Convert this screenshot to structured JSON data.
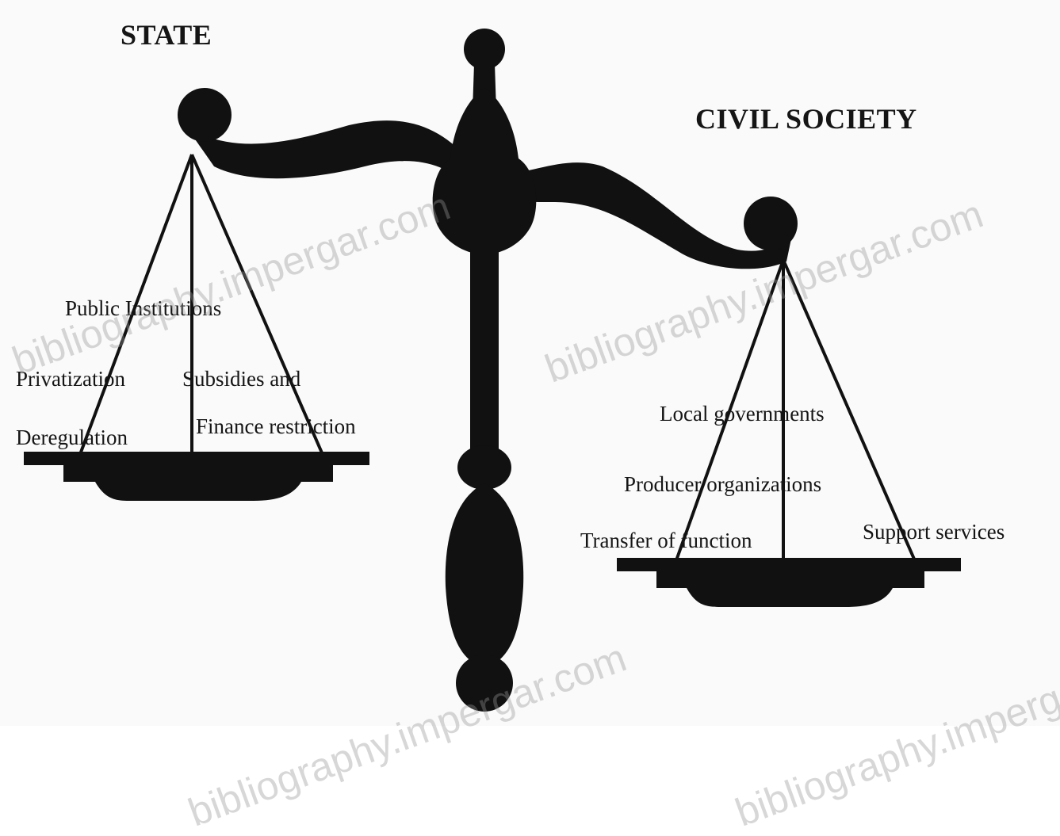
{
  "titles": {
    "left": "STATE",
    "right": "CIVIL SOCIETY"
  },
  "left_pan": {
    "items": [
      "Public Institutions",
      "Privatization",
      "Subsidies and",
      "Deregulation",
      "Finance restriction"
    ]
  },
  "right_pan": {
    "items": [
      "Local governments",
      "Producer organizations",
      "Transfer of function",
      "Support services"
    ]
  },
  "watermark": {
    "text": "bibliography.impergar.com"
  },
  "colors": {
    "ink": "#111111",
    "text": "#151515",
    "background": "#fafafa",
    "watermark": "#969696"
  }
}
